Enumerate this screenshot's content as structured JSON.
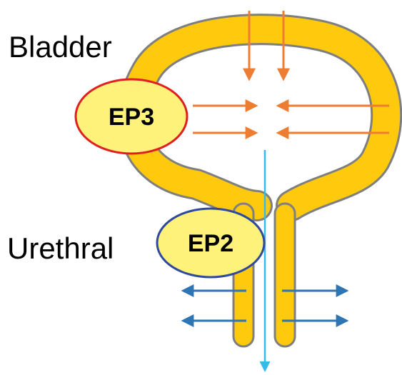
{
  "labels": {
    "bladder": "Bladder",
    "urethral": "Urethral"
  },
  "receptors": {
    "ep3": "EP3",
    "ep2": "EP2"
  },
  "colors": {
    "organ_fill": "#FFC90E",
    "organ_outline": "#7F7F7F",
    "contract_arrow": "#ED7D31",
    "relax_arrow": "#2E75B6",
    "flow_arrow": "#33BBEE",
    "ep3_fill": "#FFF27A",
    "ep3_border": "#E02020",
    "ep2_fill": "#FFF27A",
    "ep2_border": "#2F4A9C"
  }
}
